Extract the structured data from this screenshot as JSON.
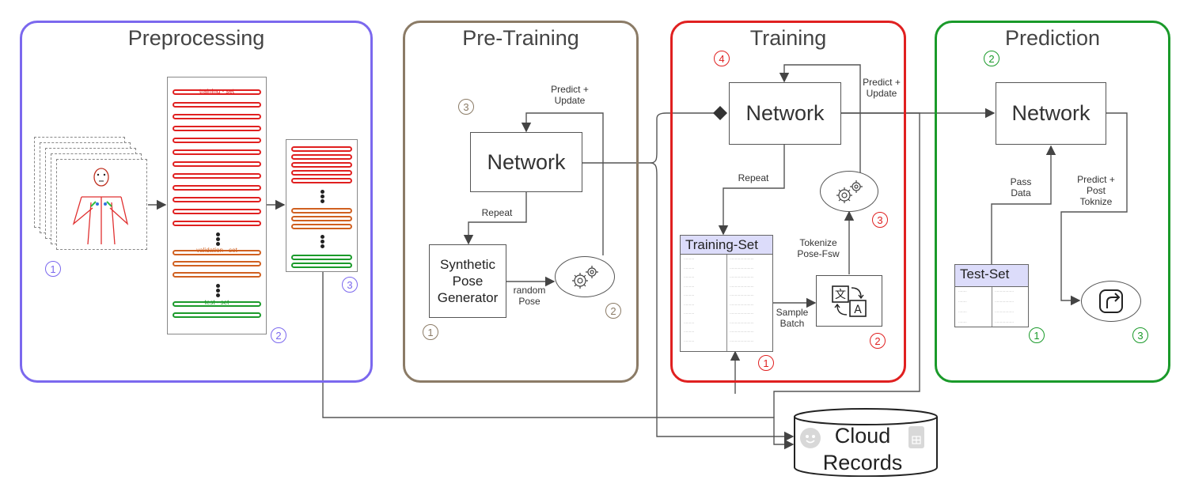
{
  "panels": {
    "preprocessing": {
      "title": "Preprocessing",
      "color": "#7b68ee"
    },
    "pretraining": {
      "title": "Pre-Training",
      "color": "#8b7b66"
    },
    "training": {
      "title": "Training",
      "color": "#e02020"
    },
    "prediction": {
      "title": "Prediction",
      "color": "#1a9a2a"
    }
  },
  "preprocessing": {
    "split_labels": {
      "training": "training - set",
      "validation": "validation - set",
      "test": "test - set"
    },
    "badges": [
      "1",
      "2",
      "3"
    ]
  },
  "pretraining": {
    "network_label": "Network",
    "generator_label": "Synthetic Pose Generator",
    "predict_update": "Predict + Update",
    "repeat": "Repeat",
    "random_pose": "random Pose",
    "badges": [
      "3",
      "1",
      "2"
    ]
  },
  "training": {
    "network_label": "Network",
    "predict_update": "Predict + Update",
    "repeat": "Repeat",
    "table_title": "Training-Set",
    "tokenize": "Tokenize Pose-Fsw",
    "sample_batch": "Sample Batch",
    "badges": [
      "4",
      "3",
      "2",
      "1"
    ]
  },
  "prediction": {
    "network_label": "Network",
    "pass_data": "Pass Data",
    "predict_post": "Predict + Post Toknize",
    "table_title": "Test-Set",
    "badges": [
      "2",
      "1",
      "3"
    ]
  },
  "storage": {
    "label": "Cloud Records"
  }
}
